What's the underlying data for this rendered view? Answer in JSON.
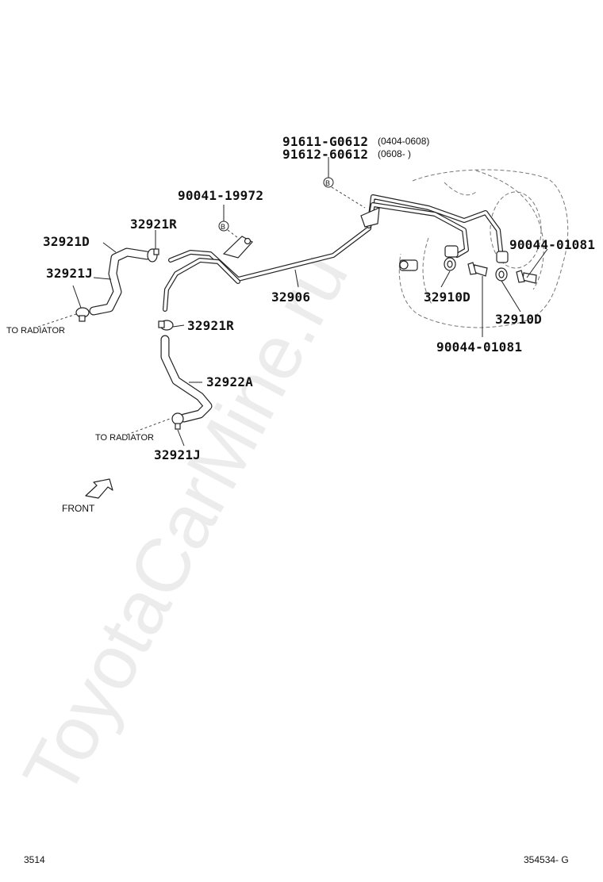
{
  "watermark": "ToyotaCarMine.ru",
  "labels": {
    "top_line1_part": "91611-G0612",
    "top_line1_range": "(0404-0608)",
    "top_line2_part": "91612-60612",
    "top_line2_range": "(0608-      )",
    "bolt_left": "90041-19972",
    "clamp_top": "32921R",
    "hose_left": "32921D",
    "clamp_left": "32921J",
    "to_radiator_1": "TO RADIATOR",
    "pipe": "32906",
    "clamp_mid": "32921R",
    "hose_lower": "32922A",
    "to_radiator_2": "TO RADIATOR",
    "clamp_bottom": "32921J",
    "gasket_1": "32910D",
    "gasket_2": "32910D",
    "bolt_right": "90044-01081",
    "bolt_lower": "90044-01081",
    "ref_mark_top": "B",
    "ref_mark_bolt": "B",
    "front": "FRONT"
  },
  "footer": {
    "page": "3514",
    "ref": "354534- G"
  }
}
